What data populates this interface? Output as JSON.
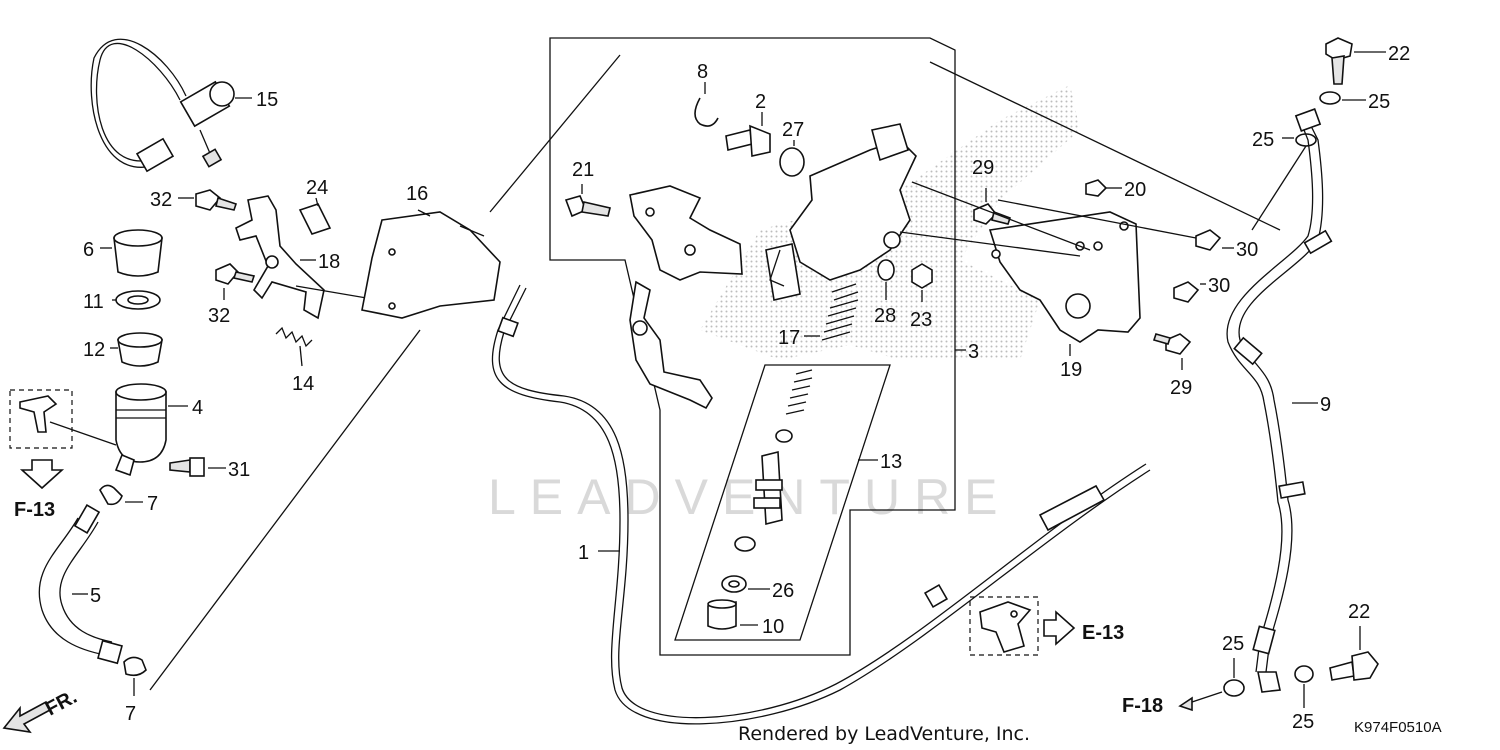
{
  "diagram": {
    "watermark": "LEADVENTURE",
    "credit": "Rendered by LeadVenture, Inc.",
    "diagram_code": "K974F0510A",
    "front_label": "FR.",
    "references": {
      "f13": "F-13",
      "e13": "E-13",
      "f18": "F-18"
    },
    "callouts": {
      "c1": "1",
      "c2": "2",
      "c3": "3",
      "c4": "4",
      "c5": "5",
      "c6": "6",
      "c7a": "7",
      "c7b": "7",
      "c8": "8",
      "c9": "9",
      "c10": "10",
      "c11": "11",
      "c12": "12",
      "c13": "13",
      "c14": "14",
      "c15": "15",
      "c16": "16",
      "c17": "17",
      "c18": "18",
      "c19": "19",
      "c20": "20",
      "c21": "21",
      "c22a": "22",
      "c22b": "22",
      "c23": "23",
      "c24": "24",
      "c25a": "25",
      "c25b": "25",
      "c25c": "25",
      "c25d": "25",
      "c26": "26",
      "c27": "27",
      "c28": "28",
      "c29a": "29",
      "c29b": "29",
      "c30a": "30",
      "c30b": "30",
      "c31": "31",
      "c32a": "32",
      "c32b": "32"
    }
  }
}
